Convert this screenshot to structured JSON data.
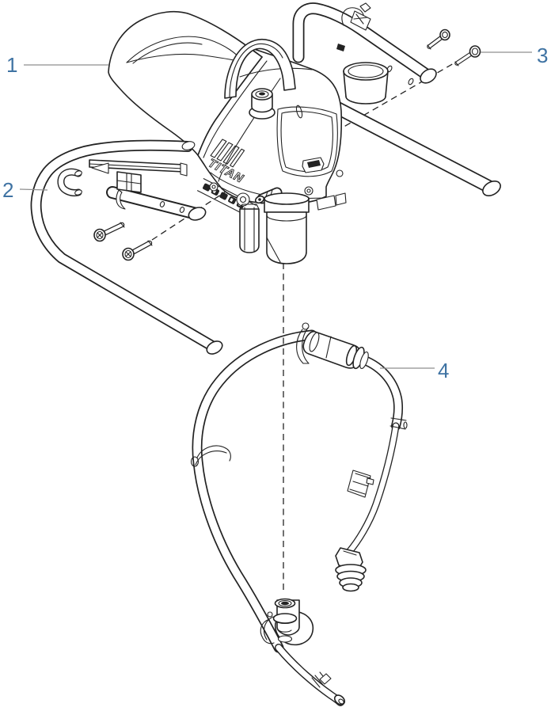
{
  "figure": {
    "background": "#ffffff",
    "line_color": "#232323",
    "leader_color": "#8f8f8f",
    "callout_color": "#3f73a3"
  },
  "branding": {
    "logo_text": "TITAN"
  },
  "callouts": [
    {
      "label": "1"
    },
    {
      "label": "2"
    },
    {
      "label": "3"
    },
    {
      "label": "4"
    }
  ]
}
